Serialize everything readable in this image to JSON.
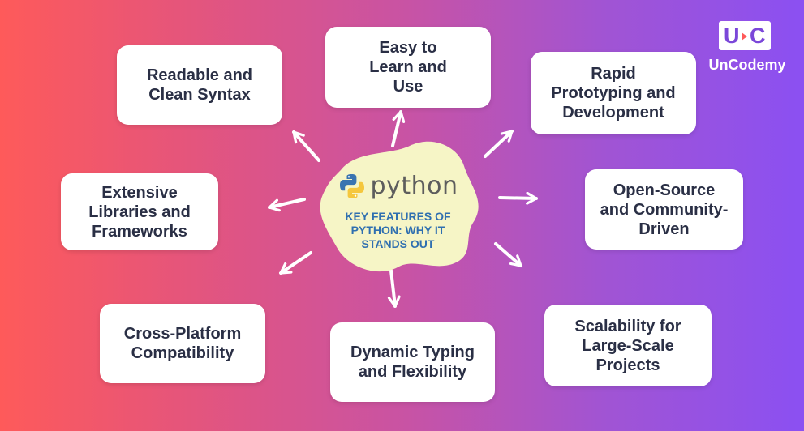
{
  "center": {
    "logo_word": "python",
    "title": "KEY FEATURES OF\nPYTHON: WHY IT\nSTANDS OUT"
  },
  "features": [
    "Easy to\nLearn and\nUse",
    "Readable and\nClean Syntax",
    "Rapid\nPrototyping and\nDevelopment",
    "Extensive\nLibraries and\nFrameworks",
    "Open-Source\nand Community-\nDriven",
    "Cross-Platform\nCompatibility",
    "Dynamic Typing\nand Flexibility",
    "Scalability for\nLarge-Scale\nProjects"
  ],
  "brand": {
    "mark": "U C",
    "name": "UnCodemy"
  },
  "colors": {
    "accent_text": "#2f6fb0",
    "card_text": "#2a2f45",
    "blob": "#f6f5c6",
    "brand_purple": "#7b47d9"
  }
}
